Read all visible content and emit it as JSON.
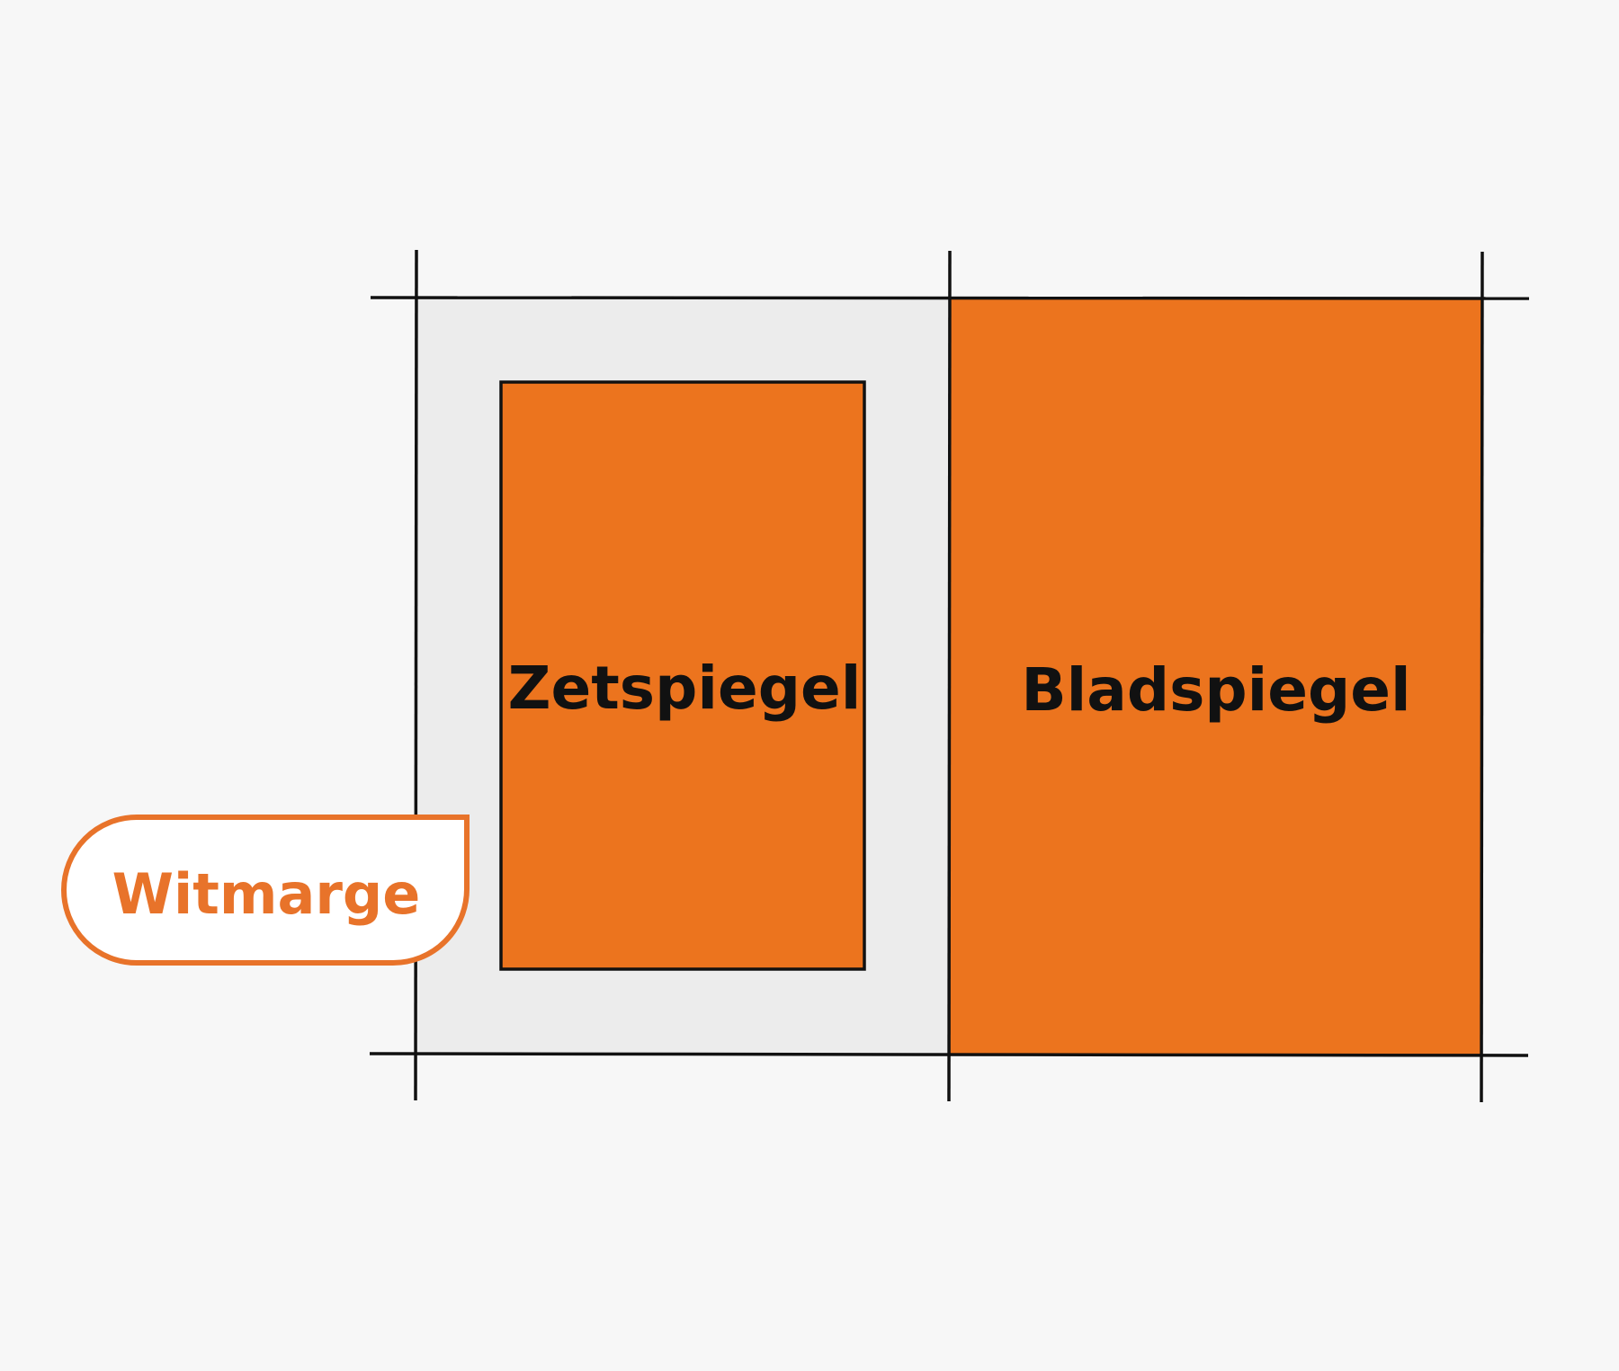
{
  "labels": {
    "type_area": "Zetspiegel",
    "page_area": "Bladspiegel",
    "margin": "Witmarge"
  },
  "colors": {
    "background": "#f7f7f7",
    "page_left_fill": "#ececec",
    "orange": "#ec741e",
    "line": "#111111",
    "badge_fill": "#ffffff",
    "badge_text": "#e8732a"
  }
}
